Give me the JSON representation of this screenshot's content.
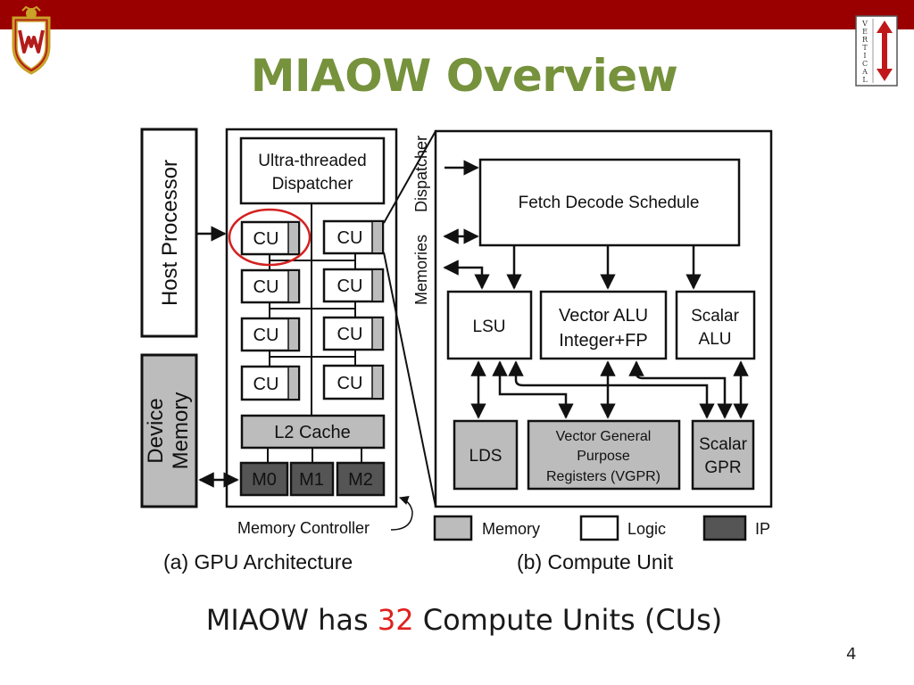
{
  "slide": {
    "title": "MIAOW Overview",
    "subtitle_prefix": "MIAOW has ",
    "subtitle_number": "32",
    "subtitle_suffix": " Compute Units (CUs)",
    "page_number": "4"
  },
  "logos": {
    "vertical_text": [
      "V",
      "E",
      "R",
      "T",
      "I",
      "C",
      "A",
      "L"
    ]
  },
  "gpu": {
    "host_processor": "Host Processor",
    "device_memory_line1": "Device",
    "device_memory_line2": "Memory",
    "dispatcher_line1": "Ultra-threaded",
    "dispatcher_line2": "Dispatcher",
    "cu_label": "CU",
    "l2_cache": "L2 Cache",
    "m0": "M0",
    "m1": "M1",
    "m2": "M2",
    "memory_controller": "Memory Controller",
    "caption": "(a) GPU Architecture"
  },
  "cu": {
    "side_label_1": "Memories",
    "side_label_2": "Dispatcher",
    "fetch": "Fetch Decode Schedule",
    "lsu": "LSU",
    "valu_line1": "Vector ALU",
    "valu_line2": "Integer+FP",
    "salu_line1": "Scalar",
    "salu_line2": "ALU",
    "lds": "LDS",
    "vgpr_line1": "Vector General",
    "vgpr_line2": "Purpose",
    "vgpr_line3": "Registers (VGPR)",
    "sgpr_line1": "Scalar",
    "sgpr_line2": "GPR",
    "caption": "(b) Compute Unit"
  },
  "legend": {
    "memory": "Memory",
    "logic": "Logic",
    "ip": "IP"
  },
  "colors": {
    "header_bar": "#9b0000",
    "title": "#76923c",
    "highlight_circle": "#d42020",
    "memory_fill": "#bcbcbc",
    "ip_fill": "#555555"
  }
}
